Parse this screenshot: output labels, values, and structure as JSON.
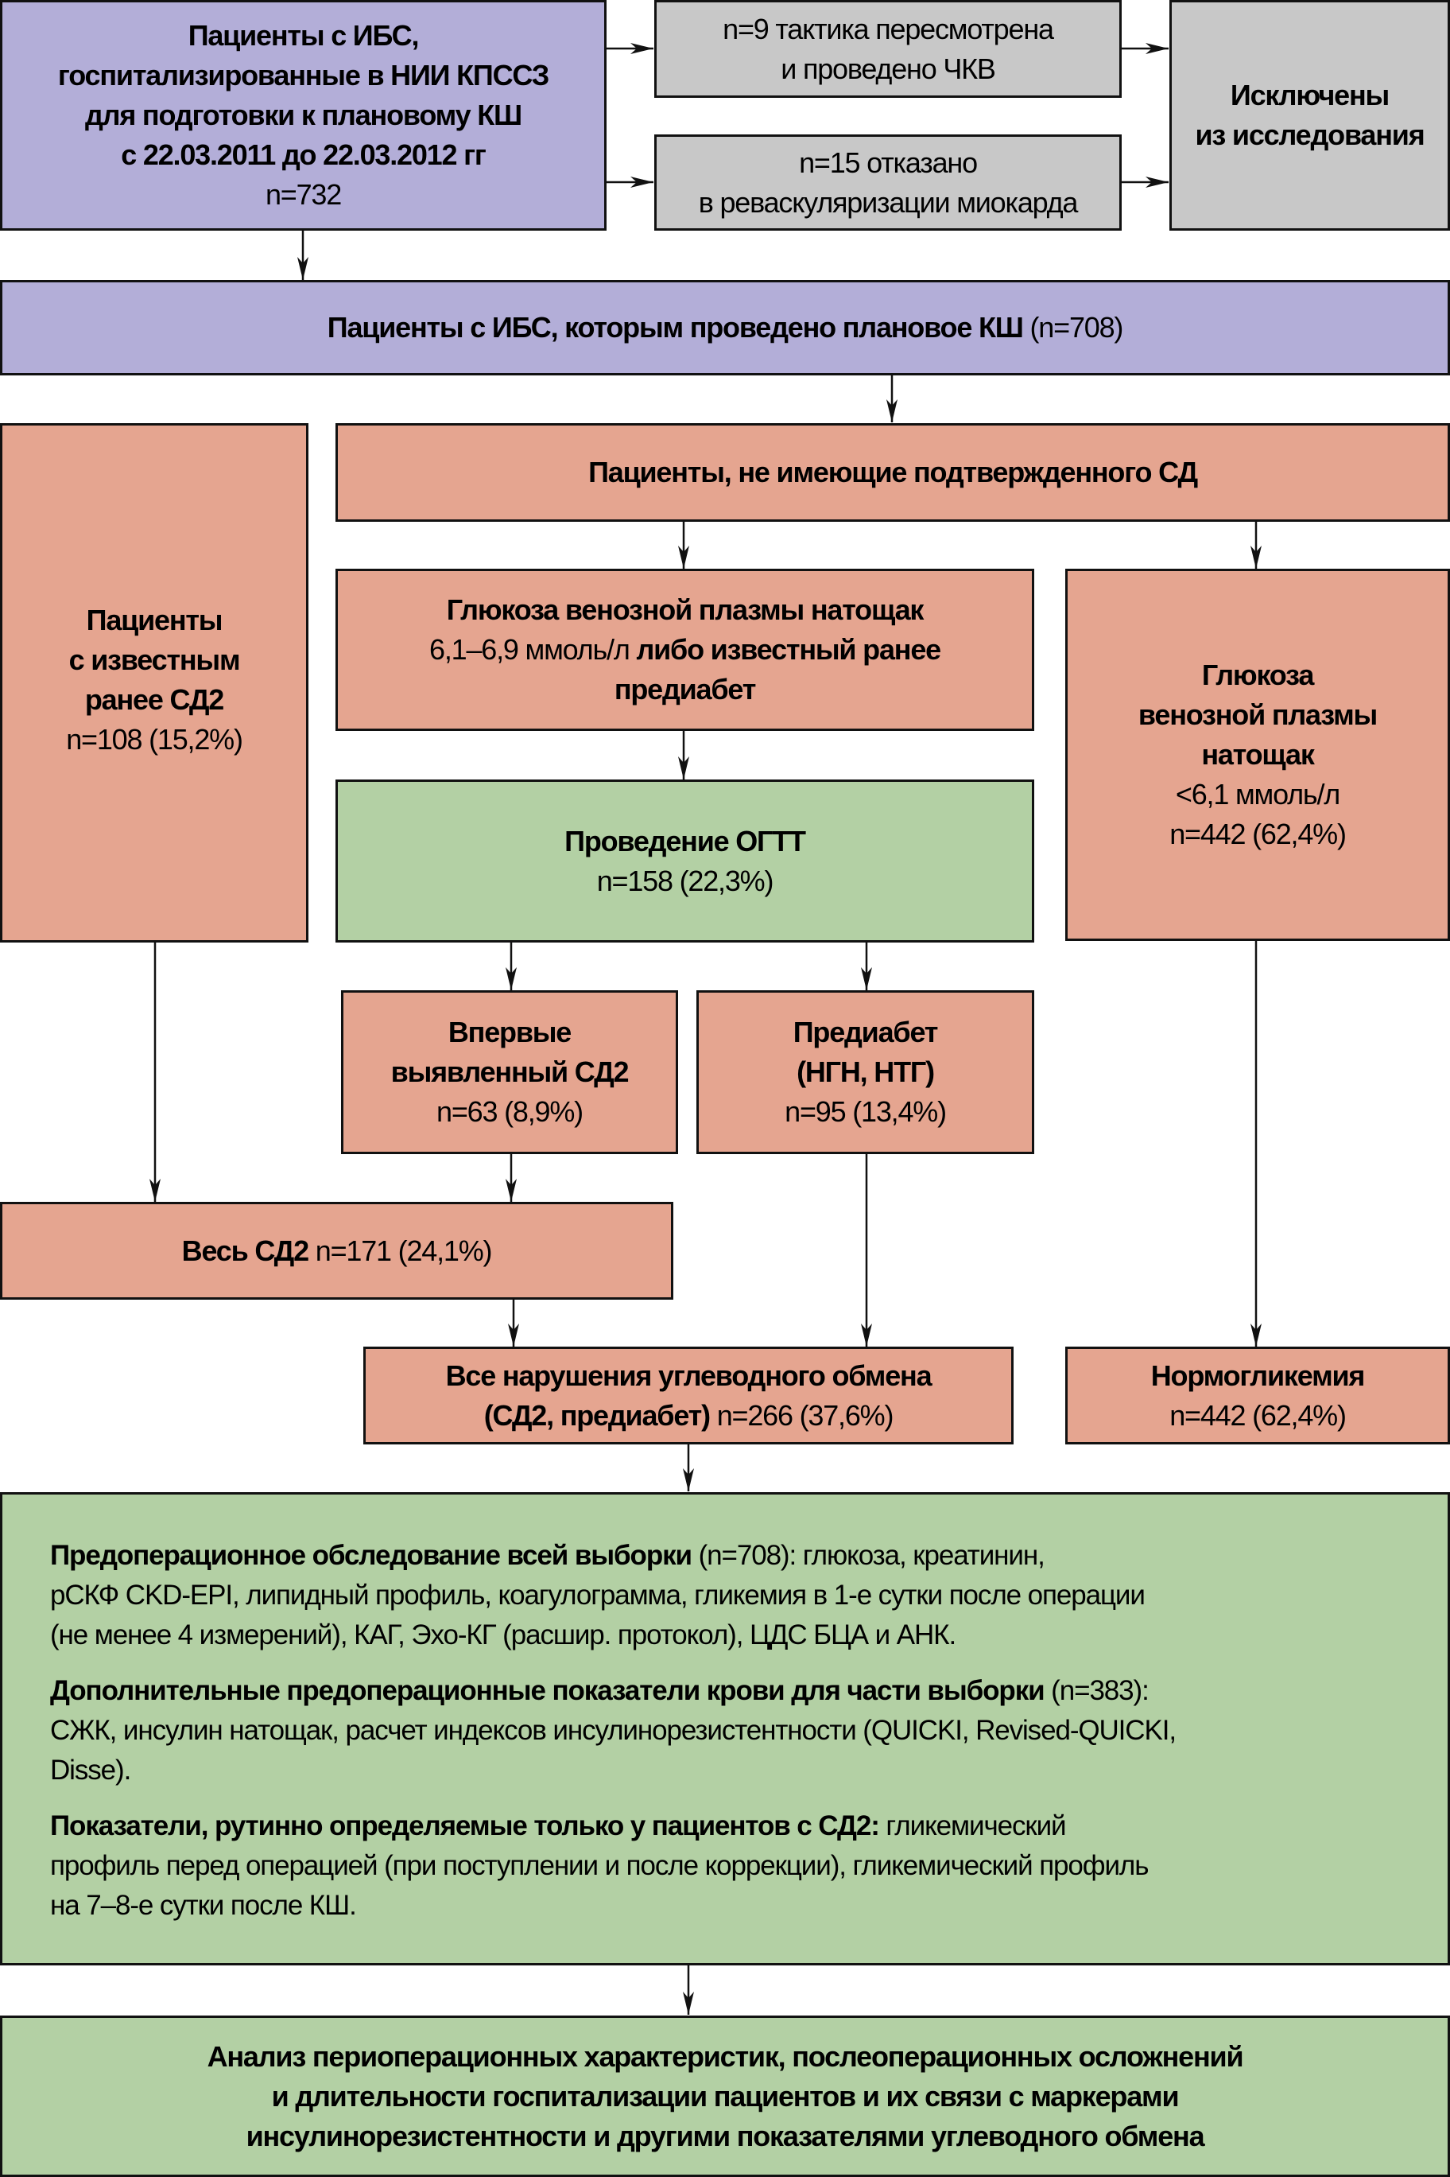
{
  "colors": {
    "purple": "#b3aed8",
    "gray": "#c8c8c8",
    "salmon": "#e5a590",
    "green": "#b3d0a4",
    "border": "#111111"
  },
  "nodes": {
    "hospitalized": {
      "lines": [
        "Пациенты с ИБС,",
        "госпитализированные в НИИ КПССЗ",
        "для подготовки к плановому КШ",
        "с 22.03.2011 до 22.03.2012 гг"
      ],
      "count": "n=732"
    },
    "pci": {
      "lines": [
        "n=9 тактика пересмотрена",
        "и проведено ЧКВ"
      ]
    },
    "refused": {
      "lines": [
        "n=15 отказано",
        "в реваскуляризации миокарда"
      ]
    },
    "excluded": {
      "lines": [
        "Исключены",
        "из исследования"
      ]
    },
    "cabg": {
      "bold": "Пациенты с ИБС, которым проведено плановое КШ",
      "count": " (n=708)"
    },
    "known_dm2": {
      "lines": [
        "Пациенты",
        "с известным",
        "ранее СД2"
      ],
      "count": "n=108 (15,2%)"
    },
    "no_confirmed_dm": {
      "label": "Пациенты, не имеющие подтвержденного СД"
    },
    "glucose_61_69": {
      "line1": "Глюкоза венозной плазмы натощак",
      "line2_normal": "6,1–6,9 ммоль/л ",
      "line2_bold": "либо известный ранее",
      "line3": "предиабет"
    },
    "glucose_lt61": {
      "lines": [
        "Глюкоза",
        "венозной плазмы",
        "натощак"
      ],
      "threshold": "<6,1 ммоль/л",
      "count": "n=442 (62,4%)"
    },
    "ogtt": {
      "label": "Проведение ОГТТ",
      "count": "n=158 (22,3%)"
    },
    "new_dm2": {
      "lines": [
        "Впервые",
        "выявленный СД2"
      ],
      "count": "n=63 (8,9%)"
    },
    "prediabetes": {
      "lines": [
        "Предиабет",
        "(НГН, НТГ)"
      ],
      "count": "n=95 (13,4%)"
    },
    "all_dm2": {
      "bold": "Весь СД2",
      "count": " n=171 (24,1%)"
    },
    "all_disorders": {
      "line1": "Все нарушения углеводного обмена",
      "line2_bold": "(СД2, предиабет)",
      "count": " n=266 (37,6%)"
    },
    "normoglycemia": {
      "label": "Нормогликемия",
      "count": "n=442 (62,4%)"
    },
    "examination": {
      "p1": {
        "bold": "Предоперационное обследование всей выборки",
        "line1_rest": " (n=708): глюкоза, креатинин,",
        "line2": "рСКФ CKD-EPI, липидный профиль, коагулограмма, гликемия в 1-е сутки после операции",
        "line3": "(не менее 4 измерений), КАГ, Эхо-КГ (расшир. протокол), ЦДС БЦА и АНК."
      },
      "p2": {
        "bold": "Дополнительные предоперационные показатели крови для части выборки",
        "line1_rest": " (n=383):",
        "line2": "СЖК, инсулин натощак, расчет индексов инсулинорезистентности (QUICKI, Revised-QUICKI,",
        "line3": "Disse)."
      },
      "p3": {
        "bold": "Показатели, рутинно определяемые только у пациентов с СД2:",
        "line1_rest": " гликемический",
        "line2": "профиль перед операцией (при поступлении и после коррекции), гликемический профиль",
        "line3": "на 7–8-е сутки после КШ."
      }
    },
    "analysis": {
      "lines": [
        "Анализ периоперационных характеристик, послеоперационных осложнений",
        "и длительности госпитализации пациентов и их связи с маркерами",
        "инсулинорезистентности и другими показателями углеводного обмена"
      ]
    }
  }
}
